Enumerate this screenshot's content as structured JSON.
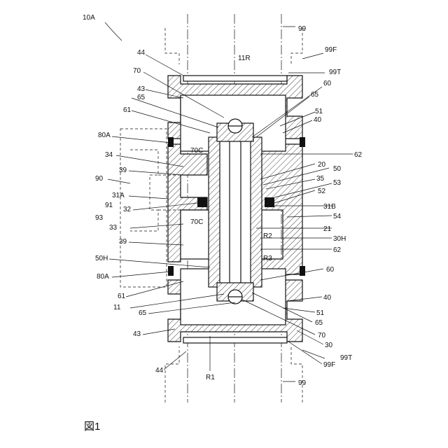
{
  "figure": {
    "assembly_ref": "10A",
    "caption": "図1"
  },
  "labels": {
    "l_44_top": "44",
    "l_70_top": "70",
    "l_43_top": "43",
    "l_65_top": "65",
    "l_61_top": "61",
    "l_80A_top": "80A",
    "l_34": "34",
    "l_39_top": "39",
    "l_90": "90",
    "l_91": "91",
    "l_31A": "31A",
    "l_32": "32",
    "l_93": "93",
    "l_33": "33",
    "l_39_bot": "39",
    "l_50H": "50H",
    "l_80A_bot": "80A",
    "l_61_bot": "61",
    "l_11": "11",
    "l_65_bot": "65",
    "l_43_bot": "43",
    "l_44_bot": "44",
    "l_R1": "R1",
    "l_11R": "11R",
    "l_70C_top": "70C",
    "l_70C_bot": "70C",
    "l_R3": "R3",
    "l_R2": "R2",
    "r_99_top": "99",
    "r_99F_top": "99F",
    "r_99T_top": "99T",
    "r_60_top": "60",
    "r_65_top": "65",
    "r_51_top": "51",
    "r_40_top": "40",
    "r_62_top": "62",
    "r_20": "20",
    "r_50": "50",
    "r_35": "35",
    "r_53": "53",
    "r_52": "52",
    "r_31B": "31B",
    "r_54": "54",
    "r_21": "21",
    "r_30H": "30H",
    "r_62_bot": "62",
    "r_60_bot": "60",
    "r_40_bot": "40",
    "r_51_bot": "51",
    "r_65_bot": "65",
    "r_70_bot": "70",
    "r_30": "30",
    "r_99T_bot": "99T",
    "r_99F_bot": "99F",
    "r_99_bot": "99"
  }
}
